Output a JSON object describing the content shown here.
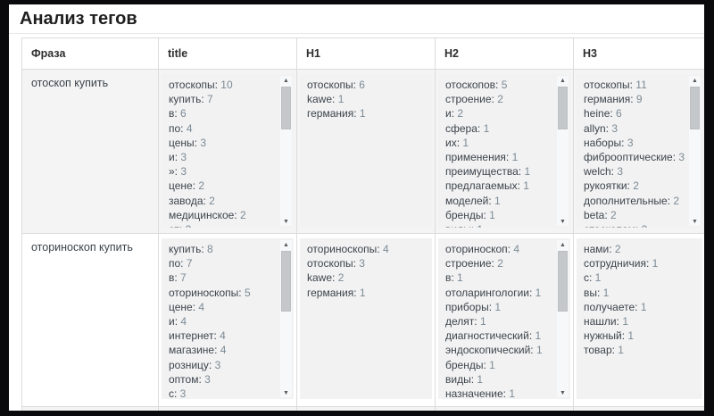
{
  "title": "Анализ тегов",
  "icons": {
    "scroll_up": "▲",
    "scroll_down": "▼"
  },
  "colors": {
    "frame": "#0a0a0d",
    "page_bg": "#ffffff",
    "row_alt_bg": "#f4f4f4",
    "listbox_bg": "#f2f2f3",
    "word_text": "#3d444b",
    "count_text": "#7b8a94",
    "border": "#dcdcdc"
  },
  "table": {
    "columns": [
      "Фраза",
      "title",
      "H1",
      "H2",
      "H3"
    ],
    "partial_row_visible": true,
    "rows": [
      {
        "phrase": "отоскоп купить",
        "cells": [
          {
            "col": "title",
            "scroll": true,
            "items": [
              {
                "word": "отоскопы",
                "count": 10
              },
              {
                "word": "купить",
                "count": 7
              },
              {
                "word": "в",
                "count": 6
              },
              {
                "word": "по",
                "count": 4
              },
              {
                "word": "цены",
                "count": 3
              },
              {
                "word": "и",
                "count": 3
              },
              {
                "word": "»",
                "count": 3
              },
              {
                "word": "цене",
                "count": 2
              },
              {
                "word": "завода",
                "count": 2
              },
              {
                "word": "медицинское",
                "count": 2
              },
              {
                "word": "от",
                "count": 2
              }
            ]
          },
          {
            "col": "H1",
            "scroll": false,
            "items": [
              {
                "word": "отоскопы",
                "count": 6
              },
              {
                "word": "kawe",
                "count": 1
              },
              {
                "word": "германия",
                "count": 1
              }
            ]
          },
          {
            "col": "H2",
            "scroll": true,
            "items": [
              {
                "word": "отоскопов",
                "count": 5
              },
              {
                "word": "строение",
                "count": 2
              },
              {
                "word": "и",
                "count": 2
              },
              {
                "word": "сфера",
                "count": 1
              },
              {
                "word": "их",
                "count": 1
              },
              {
                "word": "применения",
                "count": 1
              },
              {
                "word": "преимущества",
                "count": 1
              },
              {
                "word": "предлагаемых",
                "count": 1
              },
              {
                "word": "моделей",
                "count": 1
              },
              {
                "word": "бренды",
                "count": 1
              },
              {
                "word": "виды",
                "count": 1
              }
            ]
          },
          {
            "col": "H3",
            "scroll": true,
            "items": [
              {
                "word": "отоскопы",
                "count": 11
              },
              {
                "word": "германия",
                "count": 9
              },
              {
                "word": "heine",
                "count": 6
              },
              {
                "word": "allyn",
                "count": 3
              },
              {
                "word": "наборы",
                "count": 3
              },
              {
                "word": "фиброоптические",
                "count": 3
              },
              {
                "word": "welch",
                "count": 3
              },
              {
                "word": "рукоятки",
                "count": 2
              },
              {
                "word": "дополнительные",
                "count": 2
              },
              {
                "word": "beta",
                "count": 2
              },
              {
                "word": "отоскопам",
                "count": 2
              }
            ]
          }
        ]
      },
      {
        "phrase": "оториноскоп купить",
        "cells": [
          {
            "col": "title",
            "scroll": true,
            "items": [
              {
                "word": "купить",
                "count": 8
              },
              {
                "word": "по",
                "count": 7
              },
              {
                "word": "в",
                "count": 7
              },
              {
                "word": "оториноскопы",
                "count": 5
              },
              {
                "word": "цене",
                "count": 4
              },
              {
                "word": "и",
                "count": 4
              },
              {
                "word": "интернет",
                "count": 4
              },
              {
                "word": "магазине",
                "count": 4
              },
              {
                "word": "розницу",
                "count": 3
              },
              {
                "word": "оптом",
                "count": 3
              },
              {
                "word": "с",
                "count": 3
              }
            ]
          },
          {
            "col": "H1",
            "scroll": false,
            "items": [
              {
                "word": "оториноскопы",
                "count": 4
              },
              {
                "word": "отоскопы",
                "count": 3
              },
              {
                "word": "kawe",
                "count": 2
              },
              {
                "word": "германия",
                "count": 1
              }
            ]
          },
          {
            "col": "H2",
            "scroll": true,
            "items": [
              {
                "word": "оториноскоп",
                "count": 4
              },
              {
                "word": "строение",
                "count": 2
              },
              {
                "word": "в",
                "count": 1
              },
              {
                "word": "отоларингологии",
                "count": 1
              },
              {
                "word": "приборы",
                "count": 1
              },
              {
                "word": "делят",
                "count": 1
              },
              {
                "word": "диагностический",
                "count": 1
              },
              {
                "word": "эндоскопический",
                "count": 1
              },
              {
                "word": "бренды",
                "count": 1
              },
              {
                "word": "виды",
                "count": 1
              },
              {
                "word": "назначение",
                "count": 1
              }
            ]
          },
          {
            "col": "H3",
            "scroll": false,
            "items": [
              {
                "word": "нами",
                "count": 2
              },
              {
                "word": "сотрудничия",
                "count": 1
              },
              {
                "word": "с",
                "count": 1
              },
              {
                "word": "вы",
                "count": 1
              },
              {
                "word": "получаете",
                "count": 1
              },
              {
                "word": "нашли",
                "count": 1
              },
              {
                "word": "нужный",
                "count": 1
              },
              {
                "word": "товар",
                "count": 1
              }
            ]
          }
        ]
      }
    ]
  }
}
